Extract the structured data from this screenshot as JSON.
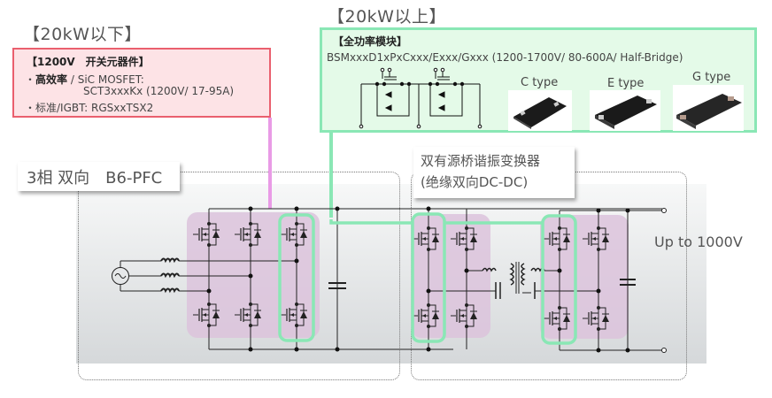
{
  "left_section": {
    "title": "【20kW以下】",
    "box": {
      "heading": "【1200V　开关元器件】",
      "items": [
        {
          "bullet": "・",
          "strong": "高效率",
          "text": " / SiC MOSFET:"
        },
        {
          "bullet": "",
          "strong": "",
          "text": "SCT3xxxKx (1200V/ 17-95A)"
        },
        {
          "bullet": "・",
          "strong": "",
          "text": "标准/IGBT: RGSxxTSX2"
        }
      ]
    }
  },
  "right_section": {
    "title": "【20kW以上】",
    "box": {
      "heading": "【全功率模块】",
      "part_line": "BSMxxxD1xPxCxxx/Exxx/Gxxx (1200-1700V/ 80-600A/ Half-Bridge)",
      "module_types": [
        {
          "label": "C type"
        },
        {
          "label": "E type"
        },
        {
          "label": "G type"
        }
      ]
    }
  },
  "diagram": {
    "pfc_label": "3相 双向　B6-PFC",
    "dab_label_line1": "双有源桥谐振变换器",
    "dab_label_line2": "(绝缘双向DC-DC)",
    "output_label": "Up to 1000V"
  },
  "colors": {
    "accent_red": "#ea5f6e",
    "accent_green": "#8ae7b5",
    "connector_pink": "#e99be6",
    "switch_group": "#dcc3dc"
  }
}
